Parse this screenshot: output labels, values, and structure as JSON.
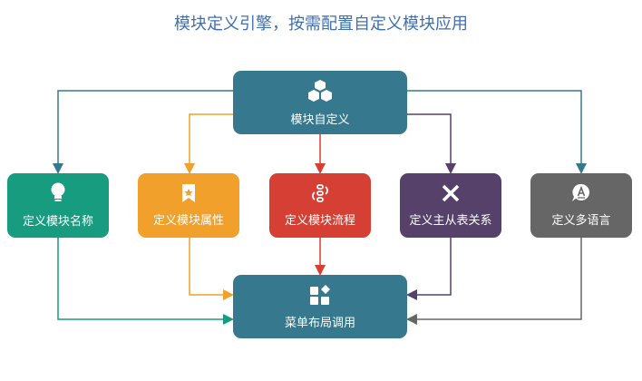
{
  "title": "模块定义引擎，按需配置自定义模块应用",
  "top": {
    "label": "模块自定义",
    "icon": "cubes-icon"
  },
  "bottom": {
    "label": "菜单布局调用",
    "icon": "apps-icon"
  },
  "steps": [
    {
      "label": "定义模块名称",
      "icon": "lightbulb-icon",
      "color": "#189c80"
    },
    {
      "label": "定义模块属性",
      "icon": "bookmark-star-icon",
      "color": "#f0a02b"
    },
    {
      "label": "定义模块流程",
      "icon": "flow-icon",
      "color": "#d63f33"
    },
    {
      "label": "定义主从表关系",
      "icon": "pencil-ruler-icon",
      "color": "#55416a"
    },
    {
      "label": "定义多语言",
      "icon": "language-icon",
      "color": "#666666"
    }
  ]
}
